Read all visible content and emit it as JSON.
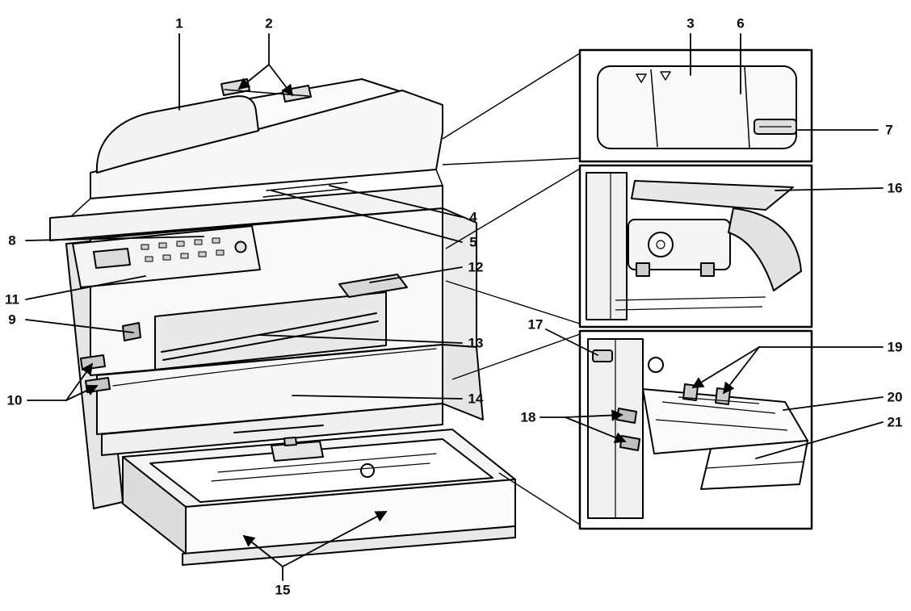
{
  "figure": {
    "type": "printer-parts-identification-diagram",
    "background": "#ffffff",
    "line_color": "#000000"
  },
  "callouts": [
    {
      "num": "1"
    },
    {
      "num": "2"
    },
    {
      "num": "3"
    },
    {
      "num": "4"
    },
    {
      "num": "5"
    },
    {
      "num": "6"
    },
    {
      "num": "7"
    },
    {
      "num": "8"
    },
    {
      "num": "9"
    },
    {
      "num": "10"
    },
    {
      "num": "11"
    },
    {
      "num": "12"
    },
    {
      "num": "13"
    },
    {
      "num": "14"
    },
    {
      "num": "15"
    },
    {
      "num": "16"
    },
    {
      "num": "17"
    },
    {
      "num": "18"
    },
    {
      "num": "19"
    },
    {
      "num": "20"
    },
    {
      "num": "21"
    }
  ]
}
